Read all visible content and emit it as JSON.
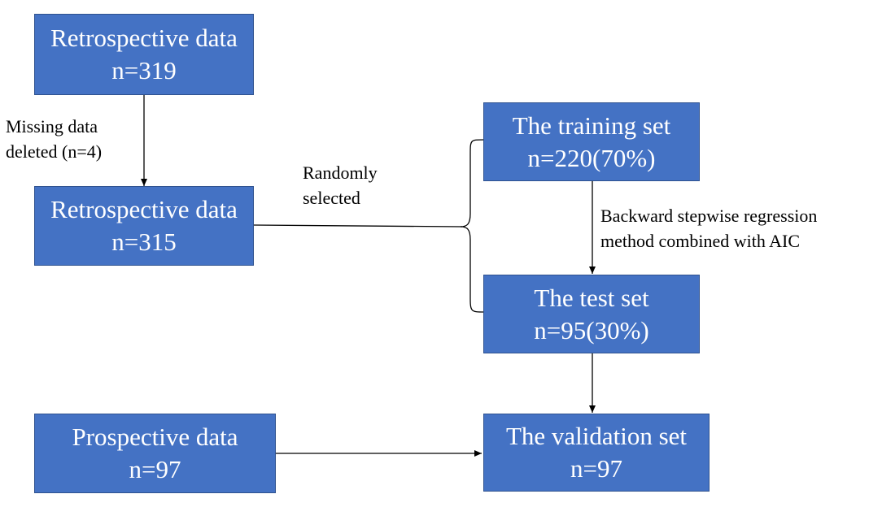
{
  "colors": {
    "box_fill": "#4472c4",
    "box_border": "#2f528f",
    "box_text": "#ffffff",
    "line": "#000000"
  },
  "boxes": {
    "retro_319": {
      "title": "Retrospective data",
      "count": "n=319"
    },
    "retro_315": {
      "title": "Retrospective data",
      "count": "n=315"
    },
    "prospective": {
      "title": "Prospective data",
      "count": "n=97"
    },
    "training": {
      "title": "The training set",
      "count": "n=220(70%)"
    },
    "test": {
      "title": "The test set",
      "count": "n=95(30%)"
    },
    "validation": {
      "title": "The validation set",
      "count": "n=97"
    }
  },
  "edge_labels": {
    "missing": {
      "line1": "Missing data",
      "line2": "deleted (n=4)"
    },
    "random": {
      "line1": "Randomly",
      "line2": "selected"
    },
    "regression": {
      "line1": "Backward stepwise regression",
      "line2": "method combined with AIC"
    }
  }
}
